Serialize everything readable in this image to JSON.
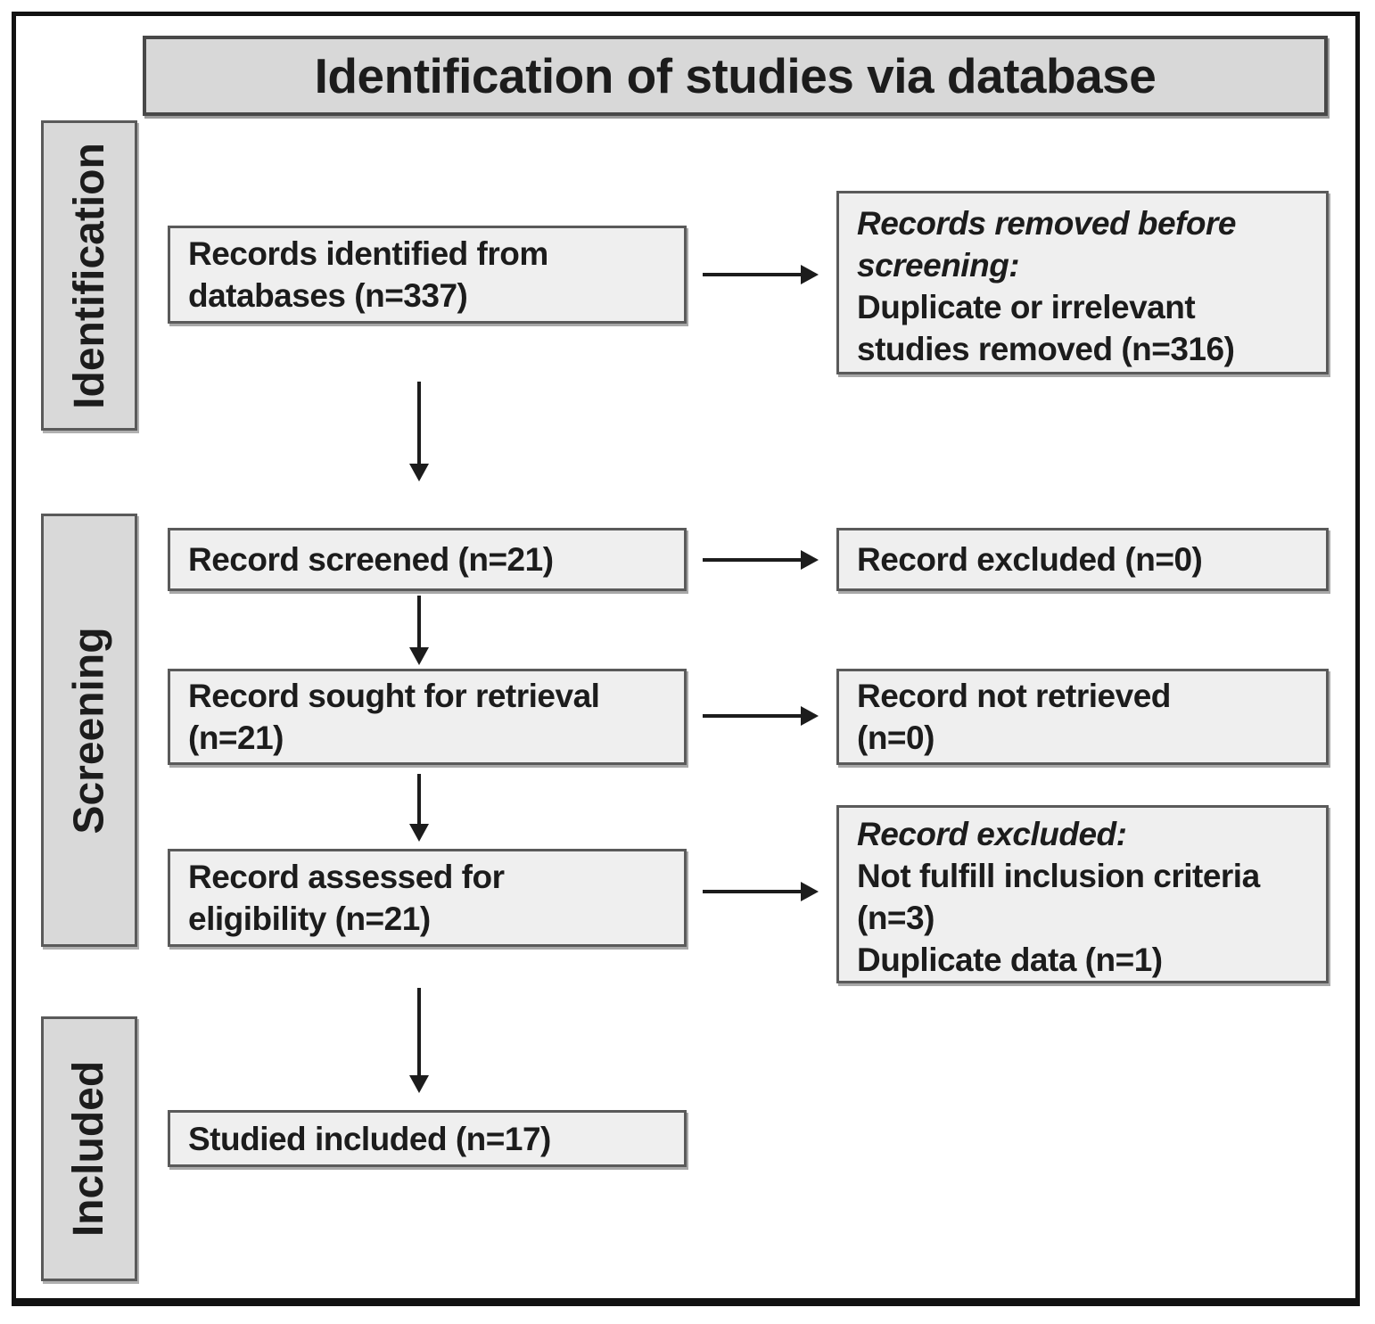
{
  "title": "Identification of studies via database",
  "stages": {
    "identification": "Identification",
    "screening": "Screening",
    "included": "Included"
  },
  "boxes": {
    "records_identified": {
      "lines": [
        "Records identified from",
        "databases (n=337)"
      ]
    },
    "records_removed": {
      "lines": [
        "Records removed before",
        "screening:",
        "Duplicate or irrelevant",
        "studies removed (n=316)"
      ]
    },
    "record_screened": {
      "lines": [
        "Record screened (n=21)"
      ]
    },
    "record_excluded": {
      "lines": [
        "Record excluded (n=0)"
      ]
    },
    "record_sought": {
      "lines": [
        "Record sought for retrieval",
        "(n=21)"
      ]
    },
    "record_not_retrieved": {
      "lines": [
        "Record not retrieved",
        "(n=0)"
      ]
    },
    "record_assessed": {
      "lines": [
        "Record assessed for",
        "eligibility (n=21)"
      ]
    },
    "record_excluded_detail": {
      "lines": [
        "Record excluded:",
        "Not fulfill inclusion criteria",
        "(n=3)",
        "Duplicate data (n=1)"
      ]
    },
    "studies_included": {
      "lines": [
        "Studied included (n=17)"
      ]
    }
  },
  "counts": {
    "identified": 337,
    "removed_before_screening": 316,
    "screened": 21,
    "excluded_at_screening": 0,
    "sought_for_retrieval": 21,
    "not_retrieved": 0,
    "assessed_for_eligibility": 21,
    "excluded_not_fulfill_criteria": 3,
    "excluded_duplicate_data": 1,
    "included": 17
  },
  "colors": {
    "title_fill": "#d8d8d8",
    "band_fill": "#d9d9d9",
    "box_fill": "#efefef",
    "box_border": "#5a5a5a",
    "outer_border": "#121212",
    "arrow": "#1c1c1c",
    "text": "#1c1c1c"
  }
}
